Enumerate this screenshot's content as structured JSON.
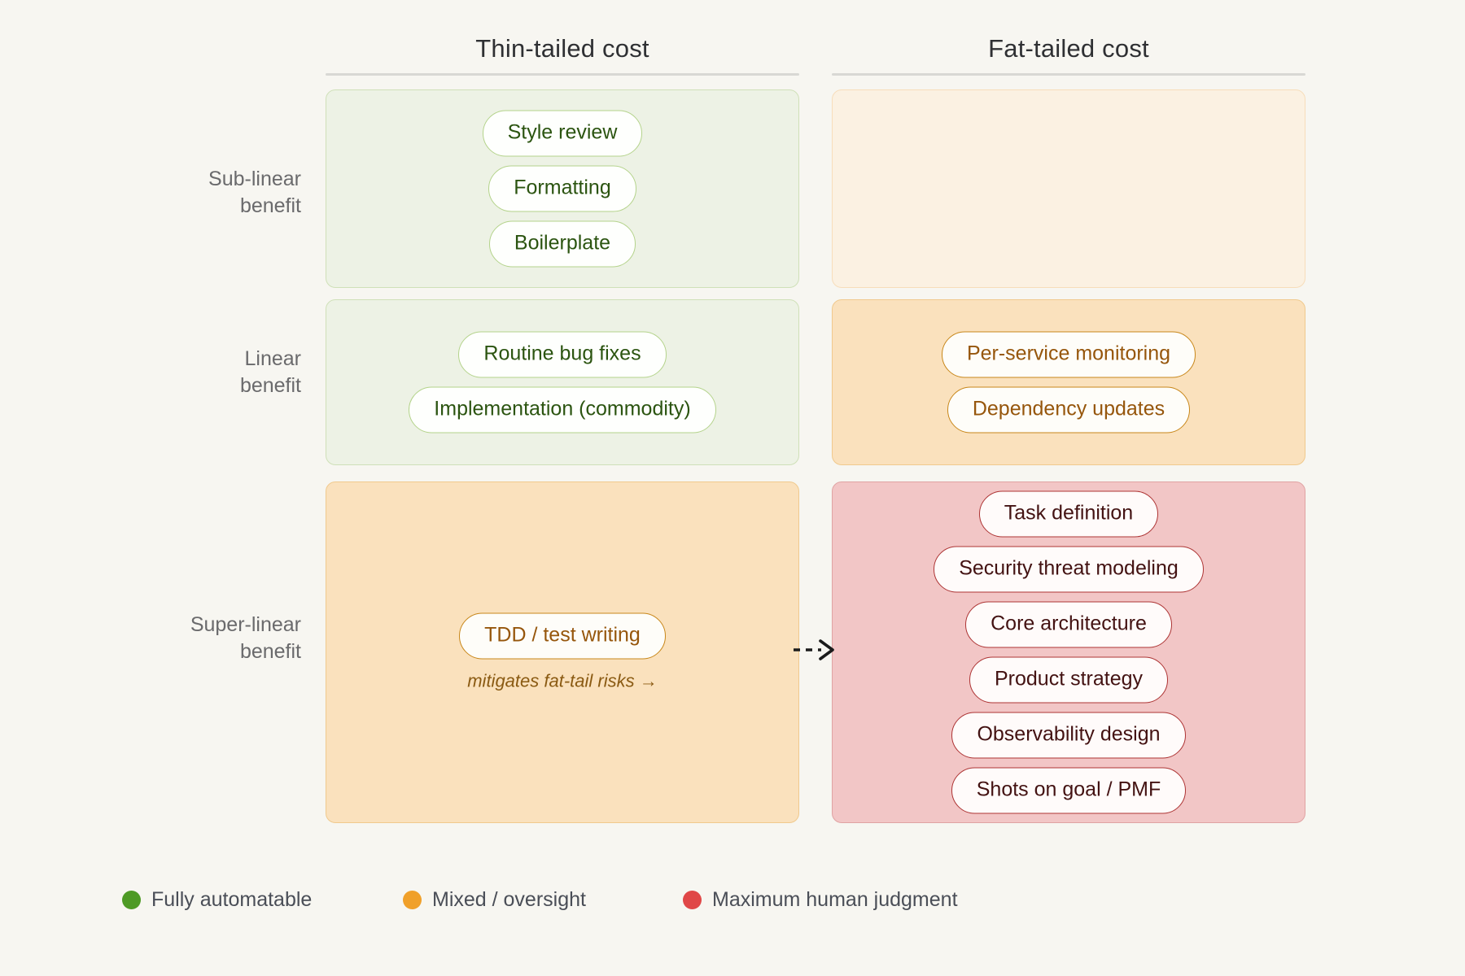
{
  "columns": [
    {
      "id": "thin",
      "label": "Thin-tailed cost"
    },
    {
      "id": "fat",
      "label": "Fat-tailed cost"
    }
  ],
  "rows": [
    {
      "id": "sub-linear",
      "label": "Sub-linear\nbenefit"
    },
    {
      "id": "linear",
      "label": "Linear\nbenefit"
    },
    {
      "id": "super-linear",
      "label": "Super-linear\nbenefit"
    }
  ],
  "row_labels": {
    "sub_linear_line1": "Sub-linear",
    "sub_linear_line2": "benefit",
    "linear_line1": "Linear",
    "linear_line2": "benefit",
    "super_linear_line1": "Super-linear",
    "super_linear_line2": "benefit"
  },
  "cells": {
    "sub_linear_thin": {
      "tone": "green",
      "items": [
        "Style review",
        "Formatting",
        "Boilerplate"
      ]
    },
    "sub_linear_fat": {
      "tone": "amber-faint",
      "items": []
    },
    "linear_thin": {
      "tone": "green",
      "items": [
        "Routine bug fixes",
        "Implementation (commodity)"
      ]
    },
    "linear_fat": {
      "tone": "amber",
      "items": [
        "Per-service monitoring",
        "Dependency updates"
      ]
    },
    "super_linear_thin": {
      "tone": "amber",
      "items": [
        "TDD / test writing"
      ],
      "annotation": "mitigates fat-tail risks  →"
    },
    "super_linear_fat": {
      "tone": "red",
      "items": [
        "Task definition",
        "Security threat modeling",
        "Core architecture",
        "Product strategy",
        "Observability design",
        "Shots on goal / PMF"
      ]
    }
  },
  "legend": {
    "items": [
      {
        "label": "Fully automatable",
        "color": "#4e9a25",
        "icon": "dot-icon"
      },
      {
        "label": "Mixed / oversight",
        "color": "#f0a02a",
        "icon": "dot-icon"
      },
      {
        "label": "Maximum human judgment",
        "color": "#e04747",
        "icon": "dot-icon"
      }
    ]
  },
  "arrow": {
    "name": "mitigation-arrow",
    "style": "dashed",
    "color": "#1b1b1b"
  },
  "palette": {
    "background": "#f7f6f1",
    "green_fill": "#edf2e5",
    "green_border": "#cfe0b8",
    "amber_fill": "#fae1bd",
    "amber_border": "#f0c98d",
    "amber_faint_fill": "#fbf1e2",
    "amber_faint_border": "#f7ddba",
    "red_fill": "#f2c6c6",
    "red_border": "#e0a3a3",
    "header_rule": "#d8d8d4"
  }
}
